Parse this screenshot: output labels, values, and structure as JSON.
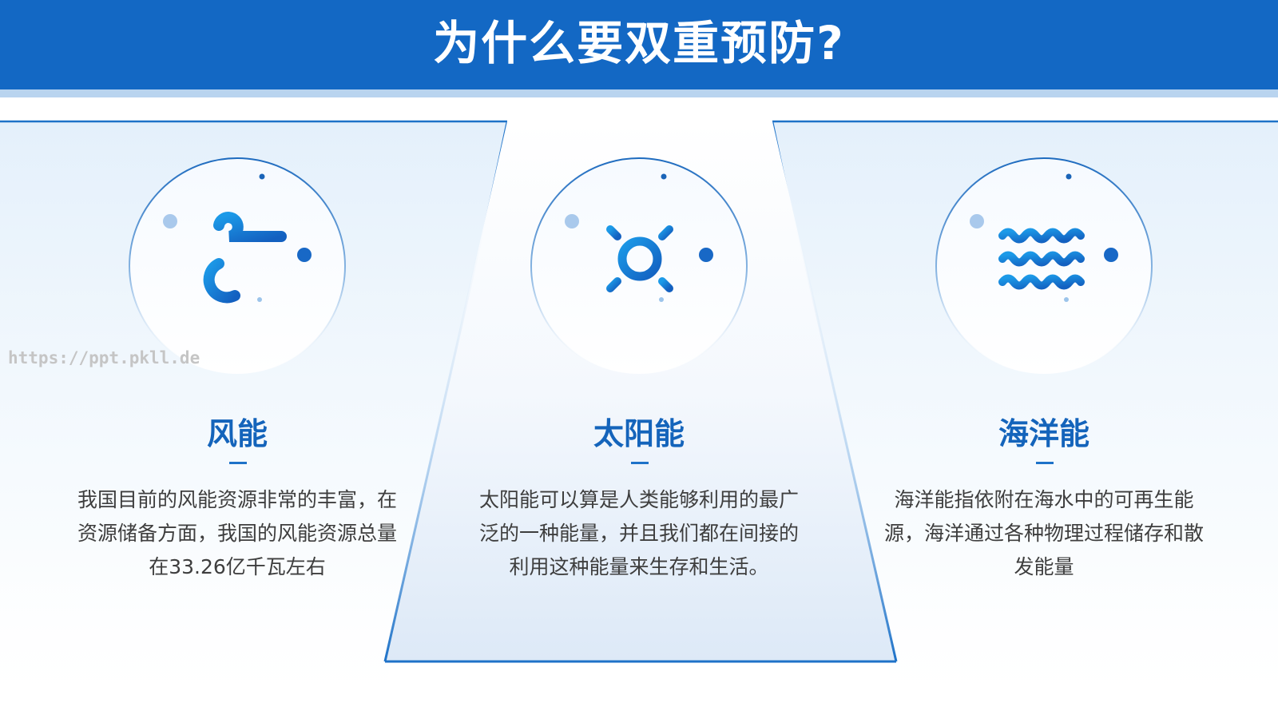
{
  "header": {
    "title": "为什么要双重预防?"
  },
  "watermark": "https://ppt.pkll.de",
  "cards": [
    {
      "title": "风能",
      "icon": "wind-icon",
      "desc": "我国目前的风能资源非常的丰富，在资源储备方面，我国的风能资源总量在33.26亿千瓦左右"
    },
    {
      "title": "太阳能",
      "icon": "sun-icon",
      "desc": "太阳能可以算是人类能够利用的最广泛的一种能量，并且我们都在间接的利用这种能量来生存和生活。"
    },
    {
      "title": "海洋能",
      "icon": "waves-icon",
      "desc": "海洋能指依附在海水中的可再生能源，海洋通过各种物理过程储存和散发能量"
    }
  ],
  "colors": {
    "primary": "#1368c4",
    "accent": "#1e88e5",
    "strip": "#b9d4ef"
  }
}
